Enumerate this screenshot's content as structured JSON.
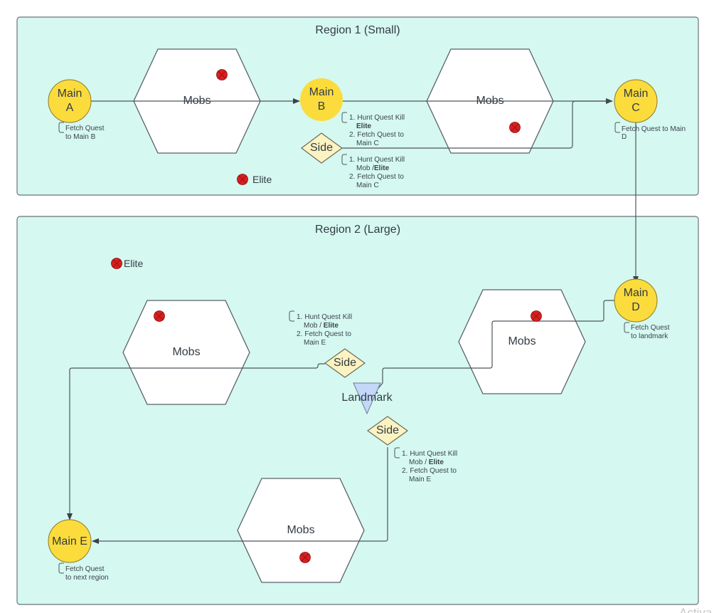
{
  "diagram": {
    "regions": [
      {
        "id": "r1",
        "title": "Region 1 (Small)"
      },
      {
        "id": "r2",
        "title": "Region 2 (Large)"
      }
    ],
    "main_nodes": [
      {
        "id": "A",
        "line1": "Main",
        "line2": "A",
        "note": [
          "Fetch Quest",
          "to Main B"
        ]
      },
      {
        "id": "B",
        "line1": "Main",
        "line2": "B"
      },
      {
        "id": "C",
        "line1": "Main",
        "line2": "C",
        "note": [
          "Fetch Quest to Main",
          "D"
        ]
      },
      {
        "id": "D",
        "line1": "Main",
        "line2": "D",
        "note": [
          "Fetch Quest",
          "to landmark"
        ]
      },
      {
        "id": "E",
        "line1": "Main E",
        "note": [
          "Fetch Quest",
          "to next region"
        ]
      }
    ],
    "mobs_label": "Mobs",
    "side_label": "Side",
    "landmark_label": "Landmark",
    "elite_legend_label": "Elite",
    "quest_notes": {
      "main_b": {
        "item1_plain": "Hunt Quest Kill",
        "item1_bold": "Elite",
        "item2_line1": "Fetch Quest to",
        "item2_line2": "Main C"
      },
      "side_r1": {
        "item1_plain": "Hunt Quest Kill",
        "item1_line2_plain": "Mob /",
        "item1_bold": "Elite",
        "item2_line1": "Fetch Quest to",
        "item2_line2": "Main C"
      },
      "side_r2_upper": {
        "item1_plain": "Hunt Quest Kill",
        "item1_line2_plain": "Mob / ",
        "item1_bold": "Elite",
        "item2_line1": "Fetch Quest to",
        "item2_line2": "Main E"
      },
      "side_r2_lower": {
        "item1_plain": "Hunt Quest Kill",
        "item1_line2_plain": "Mob / ",
        "item1_bold": "Elite",
        "item2_line1": "Fetch Quest to",
        "item2_line2": "Main E"
      }
    },
    "numbers": {
      "n1": "1.",
      "n2": "2."
    },
    "watermark": "Activa",
    "colors": {
      "region_fill": "#d5f8f1",
      "main_node": "#fbdc3c",
      "side_node": "#fbf3c2",
      "landmark": "#c3d8f8",
      "elite": "#d81f1f"
    }
  }
}
